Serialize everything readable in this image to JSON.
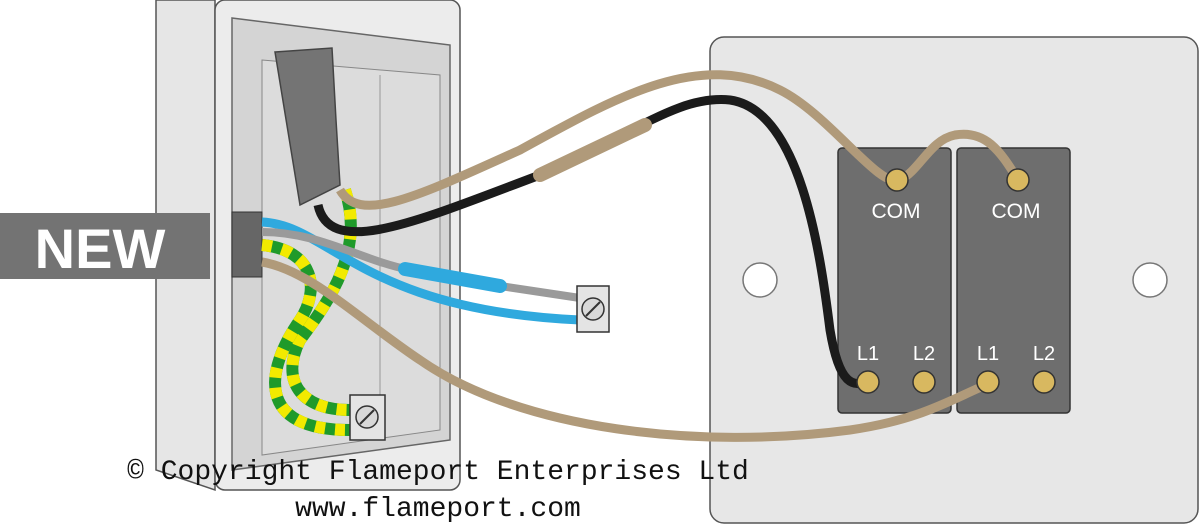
{
  "cable_tag": {
    "label": "NEW"
  },
  "switch_plate": {
    "left_switch": {
      "com": "COM",
      "l1": "L1",
      "l2": "L2"
    },
    "right_switch": {
      "com": "COM",
      "l1": "L1",
      "l2": "L2"
    }
  },
  "footer": {
    "copyright": "© Copyright Flameport Enterprises Ltd",
    "website": "www.flameport.com"
  },
  "colors": {
    "brown_wire": "#b09a7a",
    "black_wire": "#1b1b1b",
    "blue_wire": "#2fa9de",
    "grey_wire": "#9a9a9a",
    "earth_green": "#1f9a2a",
    "earth_yellow": "#f2ea00",
    "switch_body": "#6e6e6e",
    "plate": "#e7e7e7",
    "terminal_brass": "#d8b860"
  }
}
